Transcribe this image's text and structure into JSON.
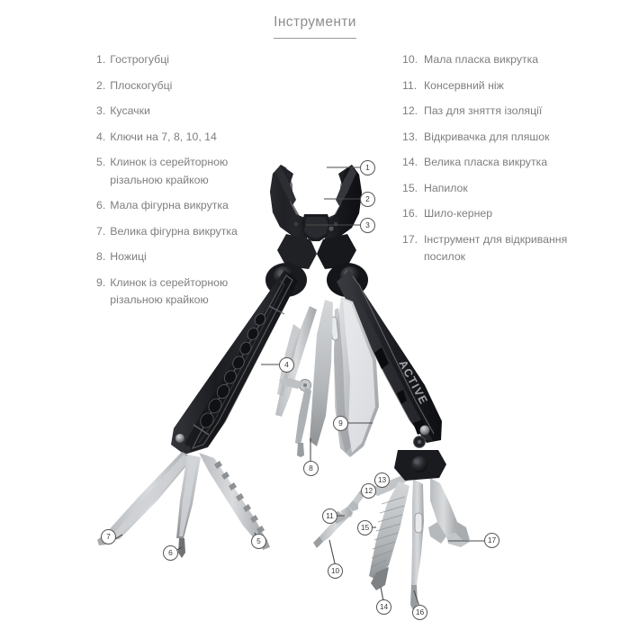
{
  "header": {
    "title": "Інструменти"
  },
  "product": {
    "brand_text": "ACTIVE",
    "image_alt": "multitool"
  },
  "tool_list": {
    "left_column": [
      {
        "num": "1.",
        "label": "Гострогубці"
      },
      {
        "num": "2.",
        "label": "Плоскогубці"
      },
      {
        "num": "3.",
        "label": "Кусачки"
      },
      {
        "num": "4.",
        "label": "Ключи на 7, 8, 10, 14"
      },
      {
        "num": "5.",
        "label": "Клинок із серейторною різальною крайкою"
      },
      {
        "num": "6.",
        "label": "Мала фігурна викрутка"
      },
      {
        "num": "7.",
        "label": "Велика фігурна викрутка"
      },
      {
        "num": "8.",
        "label": "Ножиці"
      },
      {
        "num": "9.",
        "label": "Клинок із серейторною різальною крайкою"
      }
    ],
    "right_column": [
      {
        "num": "10.",
        "label": "Мала пласка викрутка"
      },
      {
        "num": "11.",
        "label": "Консервний ніж"
      },
      {
        "num": "12.",
        "label": "Паз для зняття ізоляції"
      },
      {
        "num": "13.",
        "label": "Відкривачка для пляшок"
      },
      {
        "num": "14.",
        "label": "Велика пласка викрутка"
      },
      {
        "num": "15.",
        "label": "Напилок"
      },
      {
        "num": "16.",
        "label": "Шило-кернер"
      },
      {
        "num": "17.",
        "label": "Інструмент для відкривання посилок"
      }
    ]
  },
  "callouts": [
    {
      "n": "1"
    },
    {
      "n": "2"
    },
    {
      "n": "3"
    },
    {
      "n": "4"
    },
    {
      "n": "5"
    },
    {
      "n": "6"
    },
    {
      "n": "7"
    },
    {
      "n": "8"
    },
    {
      "n": "9"
    },
    {
      "n": "10"
    },
    {
      "n": "11"
    },
    {
      "n": "12"
    },
    {
      "n": "13"
    },
    {
      "n": "14"
    },
    {
      "n": "15"
    },
    {
      "n": "16"
    },
    {
      "n": "17"
    }
  ],
  "colors": {
    "text": "#7e7e7e",
    "title": "#8d8d8d",
    "body_dark": "#1c1d21",
    "steel_light": "#c9cbcd",
    "steel_mid": "#a8abad",
    "background": "#ffffff"
  }
}
